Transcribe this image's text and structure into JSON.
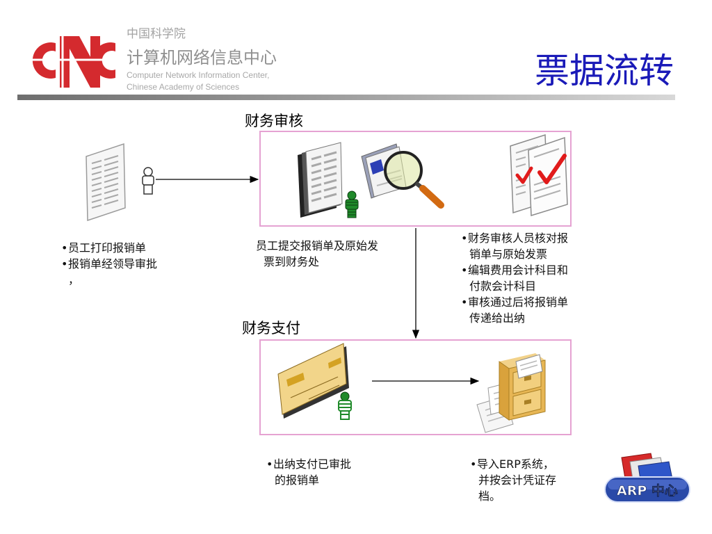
{
  "header": {
    "org_cn_small": "中国科学院",
    "org_cn_big": "计算机网络信息中心",
    "org_en_line1": "Computer Network Information Center,",
    "org_en_line2": "Chinese Academy of Sciences",
    "title": "票据流转",
    "logo_text": "CNC"
  },
  "sections": {
    "audit_title": "财务审核",
    "payment_title": "财务支付"
  },
  "texts": {
    "left_1": "员工打印报销单",
    "left_2": "报销单经领导审批",
    "left_3": "，",
    "submit_1": "员工提交报销单及原始发",
    "submit_2": "票到财务处",
    "audit_1a": "财务审核人员核对报",
    "audit_1b": "销单与原始发票",
    "audit_2a": "编辑费用会计科目和",
    "audit_2b": "付款会计科目",
    "audit_3a": "审核通过后将报销单",
    "audit_3b": "传递给出纳",
    "cashier_1": "出纳支付已审批",
    "cashier_2": "的报销单",
    "erp_1": "导入ERP系统，",
    "erp_2": "并按会计凭证存",
    "erp_3": "档。"
  },
  "bullet_char": "•",
  "badge": {
    "text": "ARP 中心"
  },
  "colors": {
    "title_blue": "#1a1ab8",
    "box_border": "#e5a2d2",
    "logo_red": "#d42a2e",
    "person_green": "#1f8a2a",
    "check_red": "#e11b1b"
  },
  "icons": [
    "document-icon",
    "person-icon",
    "document-stack-icon",
    "magnifier-icon",
    "checked-documents-icon",
    "check-icon",
    "person-green-icon",
    "check-card-icon",
    "file-cabinet-icon",
    "arp-badge-icon",
    "cnc-logo"
  ]
}
